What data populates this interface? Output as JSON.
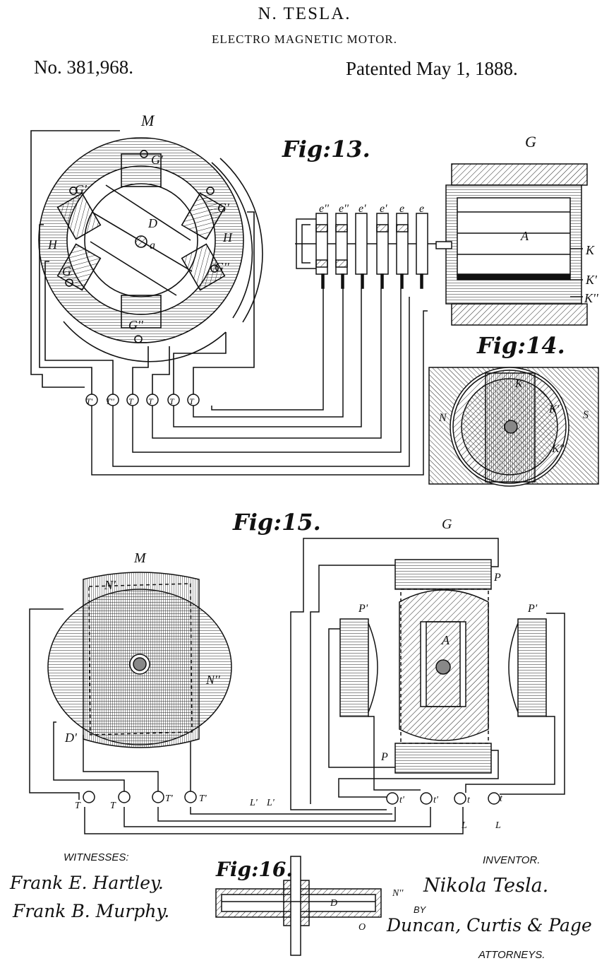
{
  "header": {
    "inventor": "N. TESLA.",
    "title": "ELECTRO MAGNETIC MOTOR.",
    "number": "No. 381,968.",
    "date": "Patented May 1, 1888."
  },
  "figures": {
    "fig13": "Fig:13.",
    "fig14": "Fig:14.",
    "fig15": "Fig:15.",
    "fig16": "Fig:16."
  },
  "labels": {
    "M": "M",
    "G": "G",
    "D": "D",
    "a": "a",
    "H": "H",
    "Gp": "G'",
    "Gpp": "G''",
    "A": "A",
    "K": "K",
    "Kp": "K'",
    "Kpp": "K''",
    "N": "N",
    "S": "S",
    "Np": "N'",
    "Npp": "N''",
    "Dp": "D'",
    "P": "P",
    "Pp": "P'",
    "T": "T",
    "Tp": "T'",
    "Tpp": "T''",
    "t": "t",
    "tp": "t'",
    "L": "L",
    "Lp": "L'",
    "e": "e",
    "ep": "e'",
    "epp": "e''",
    "O": "O"
  },
  "footer": {
    "witnesses_label": "WITNESSES:",
    "witness1": "Frank E. Hartley.",
    "witness2": "Frank B. Murphy.",
    "inventor_label": "INVENTOR.",
    "inventor_sig": "Nikola Tesla.",
    "by": "BY",
    "attorneys_sig": "Duncan, Curtis & Page",
    "attorneys_label": "ATTORNEYS."
  }
}
